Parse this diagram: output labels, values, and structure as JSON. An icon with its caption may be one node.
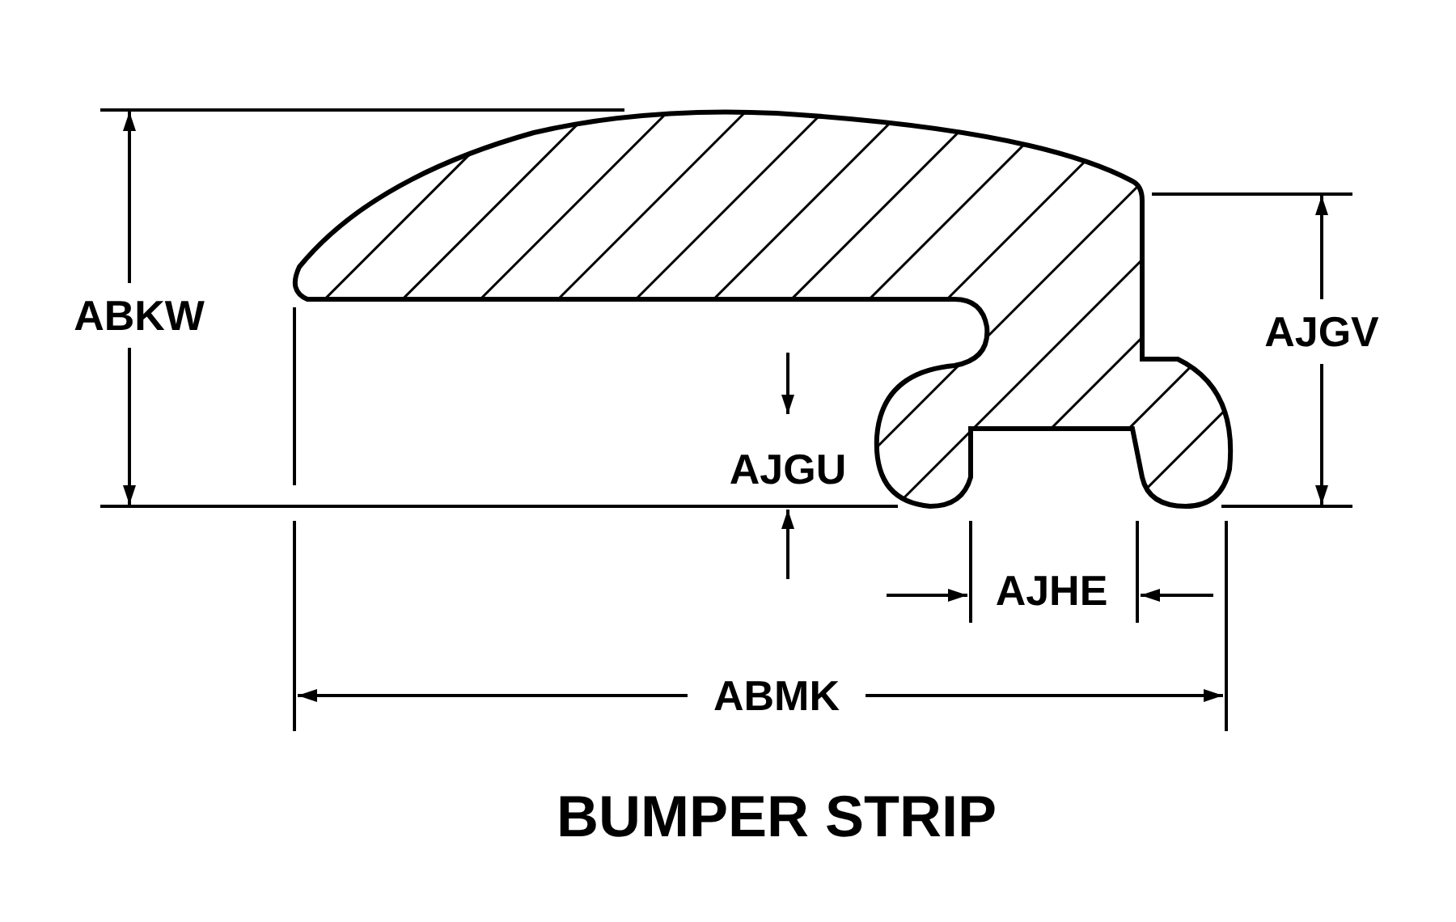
{
  "diagram": {
    "title": "BUMPER STRIP",
    "labels": [
      "ABKW",
      "AJGV",
      "AJGU",
      "AJHE",
      "ABMK"
    ]
  }
}
